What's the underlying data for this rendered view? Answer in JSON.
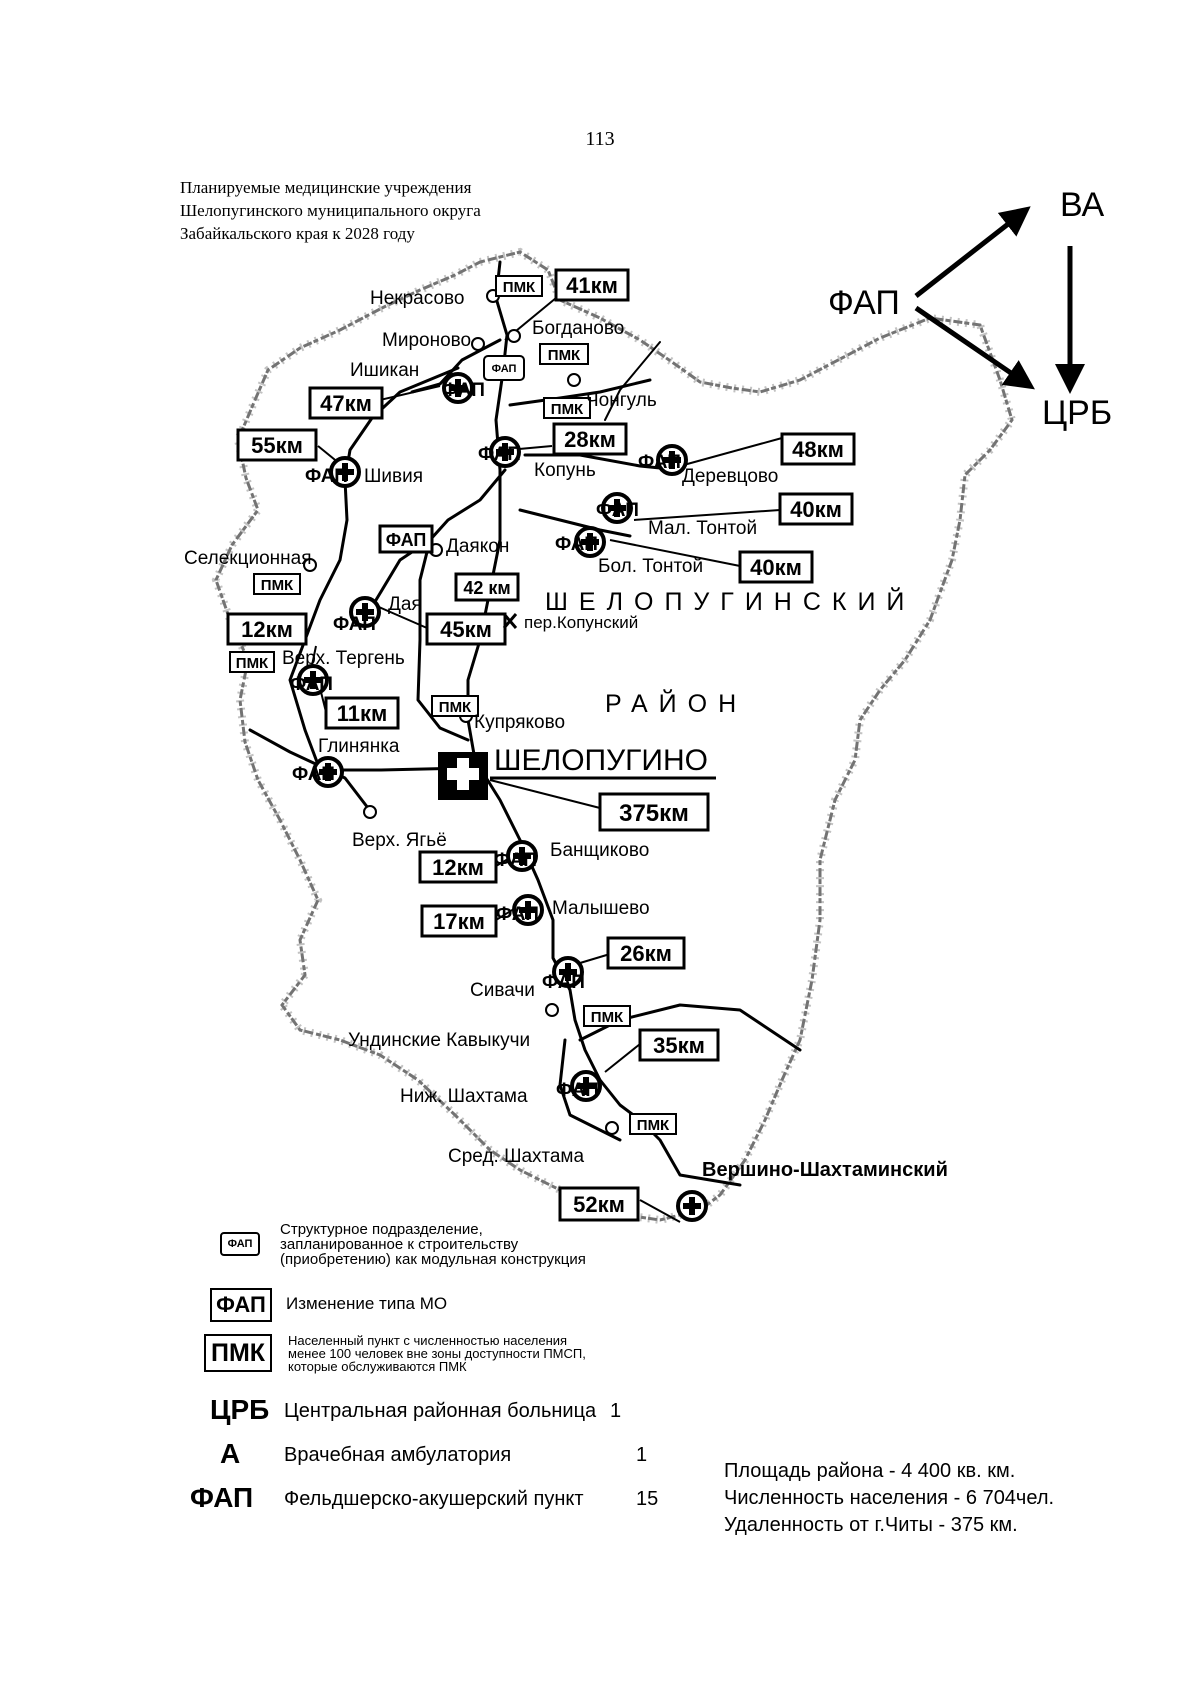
{
  "page_number": "113",
  "title_lines": [
    "Планируемые медицинские учреждения",
    "Шелопугинского муниципального округа",
    "Забайкальского края к 2028 году"
  ],
  "scheme": {
    "a": "ФАП",
    "b": "ВА",
    "c": "ЦРБ"
  },
  "district_labels": [
    "ШЕЛОПУГИНСКИЙ",
    "РАЙОН"
  ],
  "center": {
    "name": "ШЕЛОПУГИНО",
    "badge": "ЦРБ",
    "distance": "375км"
  },
  "settlements": [
    {
      "name": "Некрасово",
      "marker": "dot"
    },
    {
      "name": "Богданово",
      "marker": "dot"
    },
    {
      "name": "Мироново",
      "marker": "dot"
    },
    {
      "name": "Ишикан",
      "marker": "fap"
    },
    {
      "name": "Чонгуль",
      "marker": "dot"
    },
    {
      "name": "Копунь",
      "marker": "fap"
    },
    {
      "name": "Шивия",
      "marker": "fap"
    },
    {
      "name": "Деревцово",
      "marker": "fap"
    },
    {
      "name": "Мал. Тонтой",
      "marker": "fap"
    },
    {
      "name": "Бол. Тонтой",
      "marker": "fap"
    },
    {
      "name": "Даякон",
      "marker": "dot"
    },
    {
      "name": "Селекционная",
      "marker": "dot"
    },
    {
      "name": "Дая",
      "marker": "fap"
    },
    {
      "name": "пер.Копунский",
      "marker": "cross"
    },
    {
      "name": "Верх. Тергень",
      "marker": "fap"
    },
    {
      "name": "Купряково",
      "marker": "dot"
    },
    {
      "name": "Глинянка",
      "marker": "fap"
    },
    {
      "name": "Верх. Ягьё",
      "marker": "dot"
    },
    {
      "name": "Банщиково",
      "marker": "fap"
    },
    {
      "name": "Малышево",
      "marker": "fap"
    },
    {
      "name": "Сивачи",
      "marker": "fap"
    },
    {
      "name": "Ундинские Кавыкучи",
      "marker": "dot"
    },
    {
      "name": "Ниж. Шахтама",
      "marker": "fap"
    },
    {
      "name": "Сред. Шахтама",
      "marker": "dot"
    },
    {
      "name": "Вершино-Шахтаминский",
      "marker": "fap"
    }
  ],
  "distances": [
    "41км",
    "47км",
    "55км",
    "28км",
    "48км",
    "40км",
    "40км",
    "42 км",
    "45км",
    "12км",
    "11км",
    "12км",
    "17км",
    "26км",
    "35км",
    "52км"
  ],
  "map_badges": {
    "fap": "ФАП",
    "pmk": "ПМК"
  },
  "legend": {
    "modular": {
      "badge": "ФАП",
      "lines": [
        "Структурное подразделение,",
        "запланированное к строительству",
        "(приобретению) как модульная конструкция"
      ]
    },
    "type_change": {
      "badge": "ФАП",
      "text": "Изменение типа МО"
    },
    "pmk": {
      "badge": "ПМК",
      "lines": [
        "Населенный пункт с численностью населения",
        "менее 100 человек вне зоны доступности ПМСП,",
        "которые обслуживаются ПМК"
      ]
    },
    "crb": {
      "abbr": "ЦРБ",
      "text": "Центральная районная больница",
      "count": "1"
    },
    "va": {
      "abbr": "А",
      "text": "Врачебная амбулатория",
      "count": "1"
    },
    "fap": {
      "abbr": "ФАП",
      "text": "Фельдшерско-акушерский пункт",
      "count": "15"
    }
  },
  "stats": [
    "Площадь района - 4 400 кв. км.",
    "Численность населения - 6 704чел.",
    "Удаленность от г.Читы - 375 км."
  ]
}
